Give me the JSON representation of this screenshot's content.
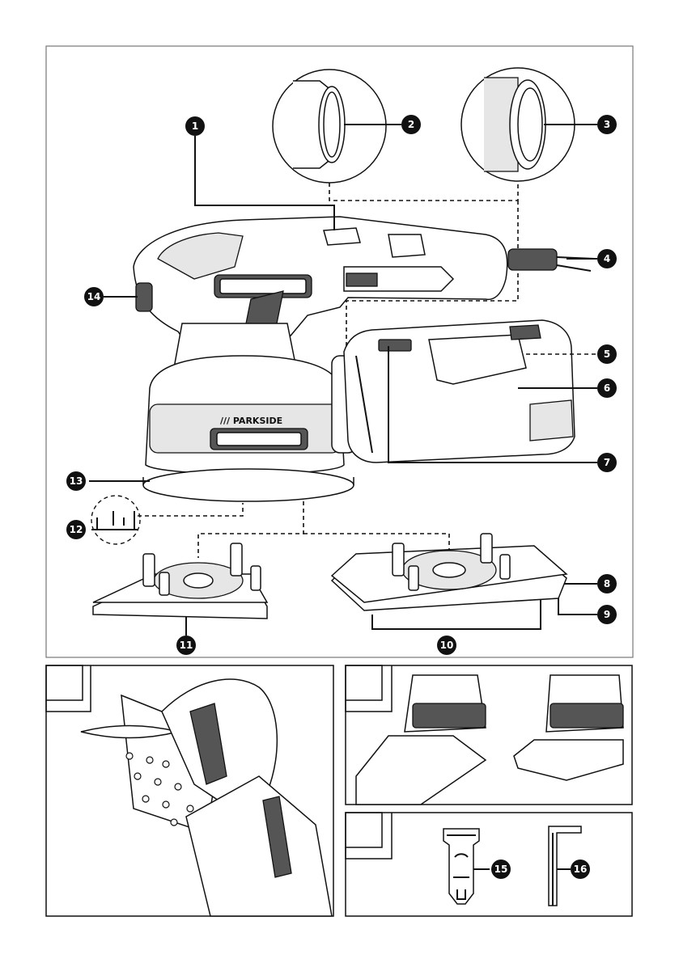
{
  "labels": {
    "n1": "1",
    "n2": "2",
    "n3": "3",
    "n4": "4",
    "n5": "5",
    "n6": "6",
    "n7": "7",
    "n8": "8",
    "n9": "9",
    "n10": "10",
    "n11": "11",
    "n12": "12",
    "n13": "13",
    "n14": "14",
    "n15": "15",
    "n16": "16"
  },
  "brand": "/// PARKSIDE",
  "icons": [
    "sander-body",
    "dust-box",
    "delta-plate",
    "rectangular-plate",
    "wrench-tool",
    "hex-key"
  ]
}
